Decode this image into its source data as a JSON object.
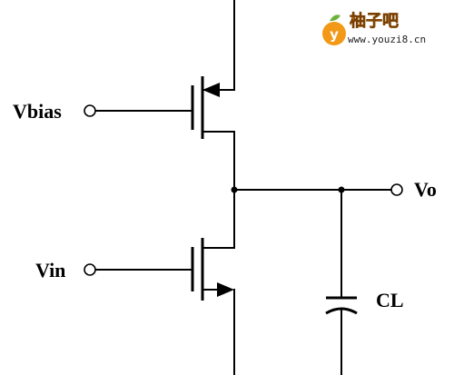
{
  "labels": {
    "vbias": "Vbias",
    "vin": "Vin",
    "vo": "Vo",
    "cl": "CL"
  },
  "watermark": {
    "brand": "柚子吧",
    "url": "www.youzi8.cn",
    "logo_letter": "y",
    "colors": {
      "orange": "#f29a18",
      "leaf": "#6bb33a",
      "brand_text": "#f08a12"
    }
  }
}
